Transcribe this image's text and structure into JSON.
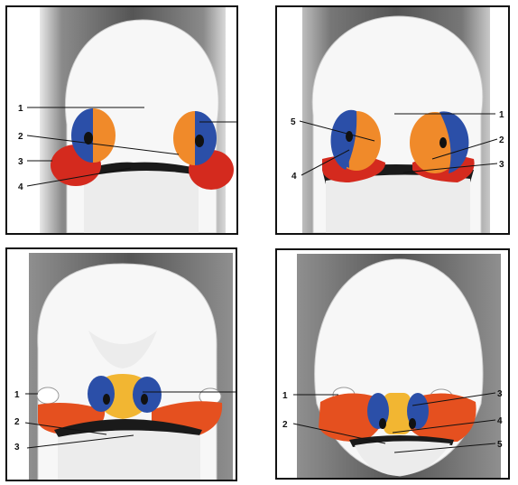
{
  "panels": [
    {
      "id": "p1",
      "labels": [
        "1",
        "2",
        "3",
        "4"
      ]
    },
    {
      "id": "p2",
      "labels": [
        "1",
        "2",
        "3",
        "4",
        "5"
      ]
    },
    {
      "id": "p3",
      "labels": [
        "1",
        "2",
        "3"
      ]
    },
    {
      "id": "p4",
      "labels": [
        "1",
        "2",
        "3",
        "4",
        "5"
      ]
    }
  ],
  "colors": {
    "background_shade": "#6b6b6b",
    "head": "#f7f7f7",
    "blue": "#2b4fa8",
    "orange": "#f08a2a",
    "yellow": "#f2b632",
    "red": "#d42a1e",
    "red_orange": "#e5501f"
  }
}
